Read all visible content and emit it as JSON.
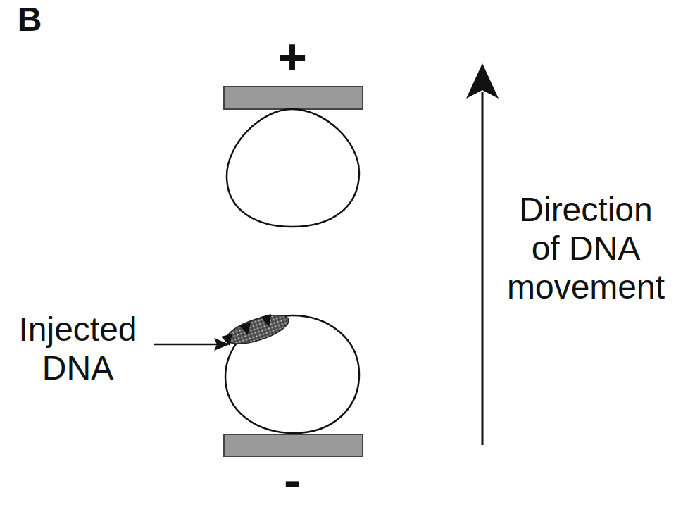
{
  "diagram": {
    "labels": [
      "B",
      "+",
      "-",
      "Injected DNA",
      "Direction of DNA movement"
    ]
  }
}
